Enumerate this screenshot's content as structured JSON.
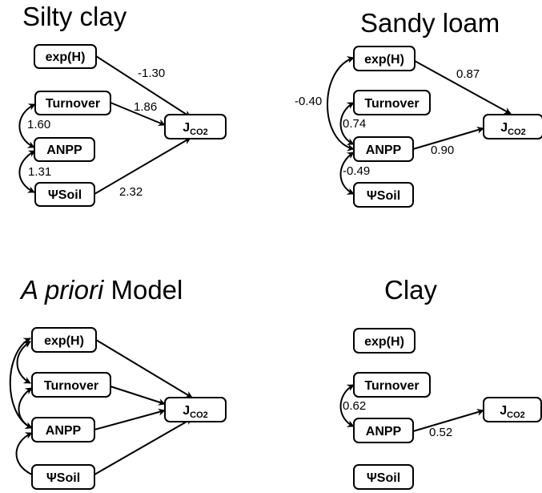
{
  "nodes_common": {
    "exp_h": "exp(H)",
    "turnover": "Turnover",
    "anpp": "ANPP",
    "psi_soil": "ΨSoil",
    "jco2_main": "J",
    "jco2_sub": "CO2"
  },
  "panels": {
    "silty_clay": {
      "title": "Silty clay",
      "coef_exp": "-1.30",
      "coef_turnover": "1.86",
      "coef_turn_anpp": "1.60",
      "coef_psi_anpp": "1.31",
      "coef_psi": "2.32"
    },
    "sandy_loam": {
      "title": "Sandy loam",
      "coef_exp": "0.87",
      "coef_exp_anpp": "-0.40",
      "coef_turn_anpp": "0.74",
      "coef_anpp": "0.90",
      "coef_psi_anpp": "-0.49"
    },
    "a_priori": {
      "title_italic": "A priori",
      "title_rest": " Model"
    },
    "clay": {
      "title": "Clay",
      "coef_turn_anpp": "0.62",
      "coef_anpp": "0.52"
    }
  }
}
